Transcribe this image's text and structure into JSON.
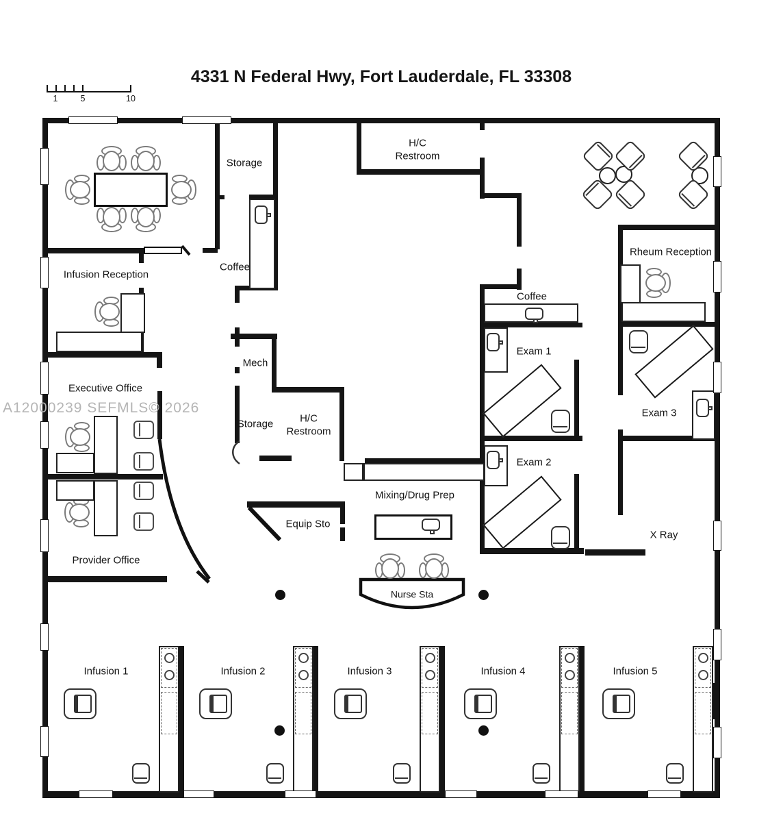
{
  "title": "4331 N Federal Hwy, Fort Lauderdale, FL 33308",
  "watermark": "A12000239 SEFMLS© 2026",
  "scale_bar": {
    "labels": [
      "1",
      "5",
      "10"
    ]
  },
  "rooms": [
    {
      "id": "storage-top",
      "label": "Storage"
    },
    {
      "id": "hc-restroom-top",
      "label": "H/C Restroom",
      "lines": [
        "H/C",
        "Restroom"
      ]
    },
    {
      "id": "coffee-top",
      "label": "Coffee"
    },
    {
      "id": "infusion-reception",
      "label": "Infusion Reception"
    },
    {
      "id": "rheum-reception",
      "label": "Rheum Reception"
    },
    {
      "id": "coffee-exam",
      "label": "Coffee"
    },
    {
      "id": "exam-1",
      "label": "Exam 1"
    },
    {
      "id": "mech",
      "label": "Mech"
    },
    {
      "id": "executive-office",
      "label": "Executive Office"
    },
    {
      "id": "storage-mid",
      "label": "Storage"
    },
    {
      "id": "hc-restroom-mid",
      "label": "H/C Restroom",
      "lines": [
        "H/C",
        "Restroom"
      ]
    },
    {
      "id": "exam-3",
      "label": "Exam 3"
    },
    {
      "id": "exam-2",
      "label": "Exam 2"
    },
    {
      "id": "mixing-drug-prep",
      "label": "Mixing/Drug Prep"
    },
    {
      "id": "equip-sto",
      "label": "Equip Sto"
    },
    {
      "id": "x-ray",
      "label": "X Ray"
    },
    {
      "id": "provider-office",
      "label": "Provider Office"
    },
    {
      "id": "nurse-sta",
      "label": "Nurse Sta"
    },
    {
      "id": "infusion-1",
      "label": "Infusion 1"
    },
    {
      "id": "infusion-2",
      "label": "Infusion 2"
    },
    {
      "id": "infusion-3",
      "label": "Infusion 3"
    },
    {
      "id": "infusion-4",
      "label": "Infusion 4"
    },
    {
      "id": "infusion-5",
      "label": "Infusion 5"
    }
  ]
}
